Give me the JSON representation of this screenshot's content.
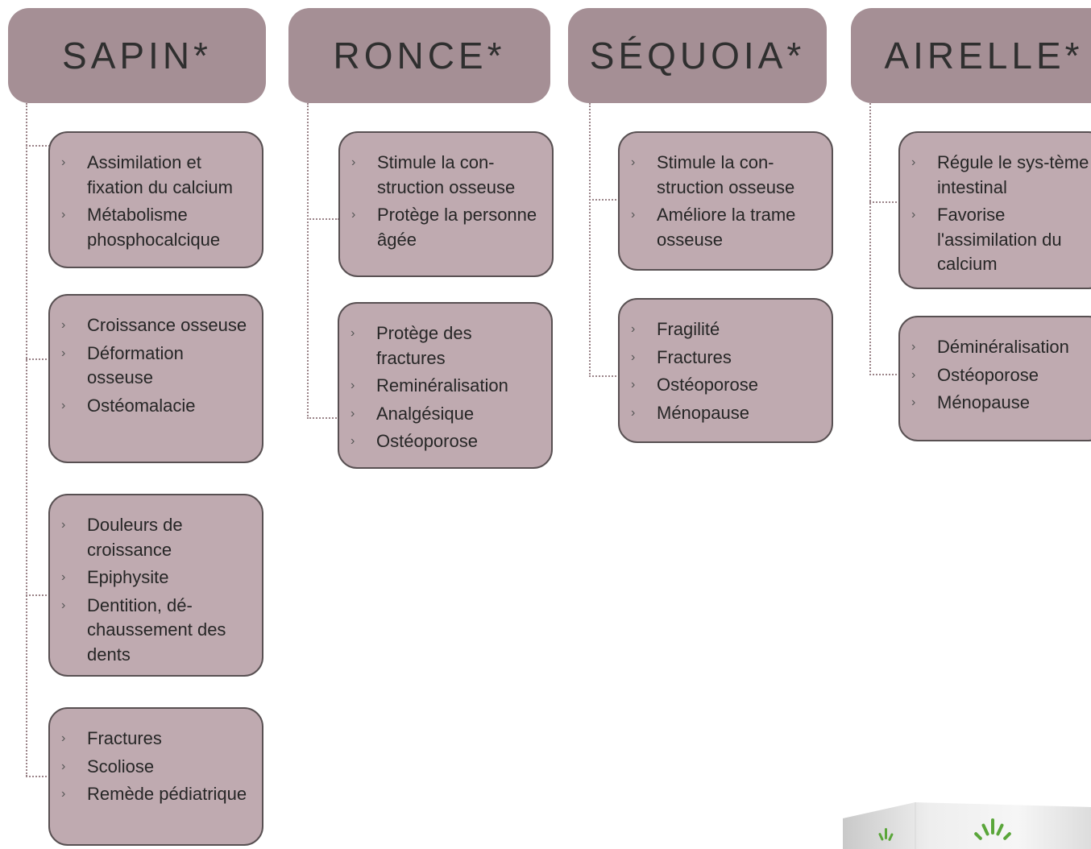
{
  "columns": [
    {
      "title": "SAPIN*",
      "boxes": [
        {
          "items": [
            "Assimilation et fixation du calcium",
            "Métabolisme phosphocalcique"
          ]
        },
        {
          "items": [
            "Croissance osseuse",
            "Déformation osseuse",
            "Ostéomalacie"
          ]
        },
        {
          "items": [
            "Douleurs de croissance",
            "Epiphysite",
            "Dentition, dé-chaussement des dents"
          ]
        },
        {
          "items": [
            "Fractures",
            "Scoliose",
            "Remède pédiatrique"
          ]
        }
      ]
    },
    {
      "title": "RONCE*",
      "boxes": [
        {
          "items": [
            "Stimule la con-struction osseuse",
            "Protège la personne âgée"
          ]
        },
        {
          "items": [
            "Protège des fractures",
            "Reminéralisation",
            "Analgésique",
            "Ostéoporose"
          ]
        }
      ]
    },
    {
      "title": "SÉQUOIA*",
      "boxes": [
        {
          "items": [
            "Stimule la con-struction osseuse",
            "Améliore la trame osseuse"
          ]
        },
        {
          "items": [
            "Fragilité",
            "Fractures",
            "Ostéoporose",
            "Ménopause"
          ]
        }
      ]
    },
    {
      "title": "AIRELLE*",
      "boxes": [
        {
          "items": [
            "Régule le sys-tème intestinal",
            "Favorise l'assimilation du calcium"
          ]
        },
        {
          "items": [
            "Déminéralisation",
            "Ostéoporose",
            "Ménopause"
          ]
        }
      ]
    }
  ],
  "colors": {
    "header": "#a58f95",
    "box": "#bfaab0",
    "border": "#585052",
    "connector": "#9b8489"
  }
}
